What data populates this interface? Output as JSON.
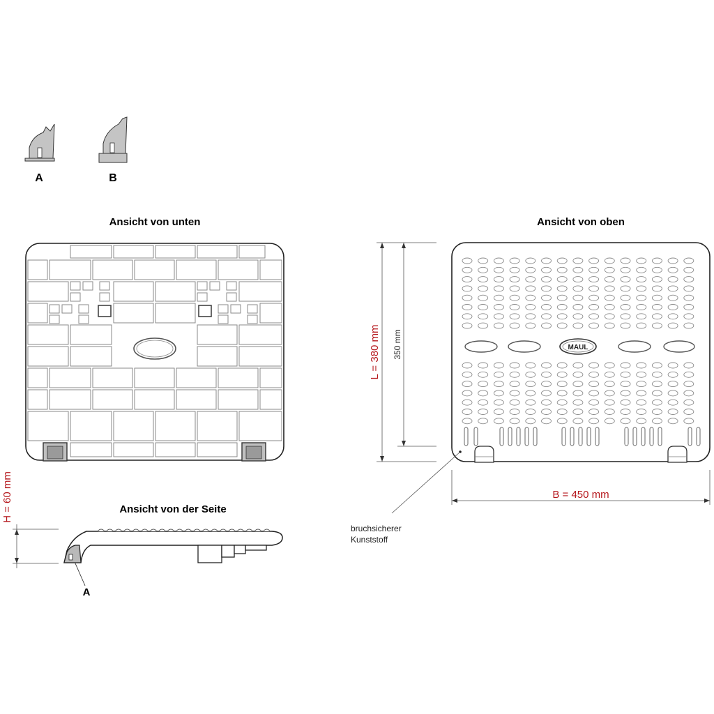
{
  "foot_variants": {
    "a_label": "A",
    "b_label": "B"
  },
  "bottom_view": {
    "title": "Ansicht von unten"
  },
  "top_view": {
    "title": "Ansicht von oben",
    "logo_text": "MAUL",
    "length_outer": "L = 380 mm",
    "length_inner": "350 mm",
    "width": "B = 450 mm",
    "material_line1": "bruchsicherer",
    "material_line2": "Kunststoff"
  },
  "side_view": {
    "title": "Ansicht von der Seite",
    "height": "H = 60 mm",
    "foot_label": "A"
  },
  "colors": {
    "dimension_red": "#b5161b",
    "line": "#222222",
    "fill_grey": "#b9b9b9"
  }
}
